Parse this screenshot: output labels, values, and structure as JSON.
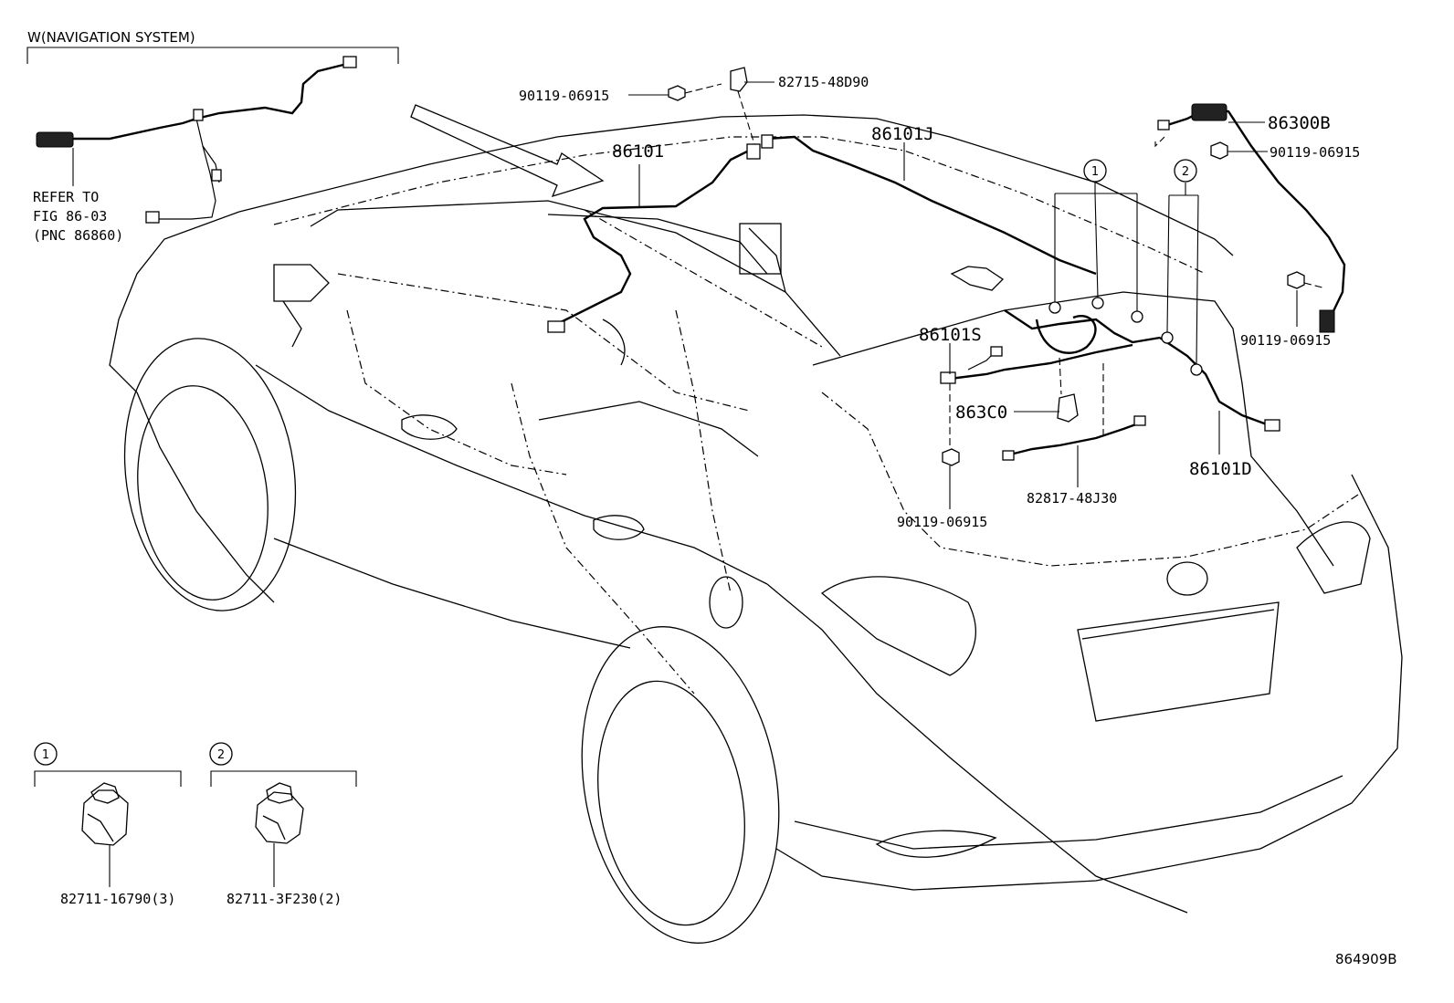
{
  "header": {
    "title": "W(NAVIGATION SYSTEM)"
  },
  "refer": {
    "line1": "REFER TO",
    "line2": "FIG 86-03",
    "line3": "(PNC 86860)"
  },
  "parts": {
    "p_90119_a": "90119-06915",
    "p_82715": "82715-48D90",
    "p_86101": "86101",
    "p_86101J": "86101J",
    "p_86300B": "86300B",
    "p_90119_b": "90119-06915",
    "p_90119_c": "90119-06915",
    "p_86101S": "86101S",
    "p_863C0": "863C0",
    "p_86101D": "86101D",
    "p_82817": "82817-48J30",
    "p_90119_d": "90119-06915"
  },
  "callouts": {
    "c1": "1",
    "c2": "2"
  },
  "clips": {
    "clip1": "82711-16790(3)",
    "clip2": "82711-3F230(2)"
  },
  "figure_id": "864909B"
}
